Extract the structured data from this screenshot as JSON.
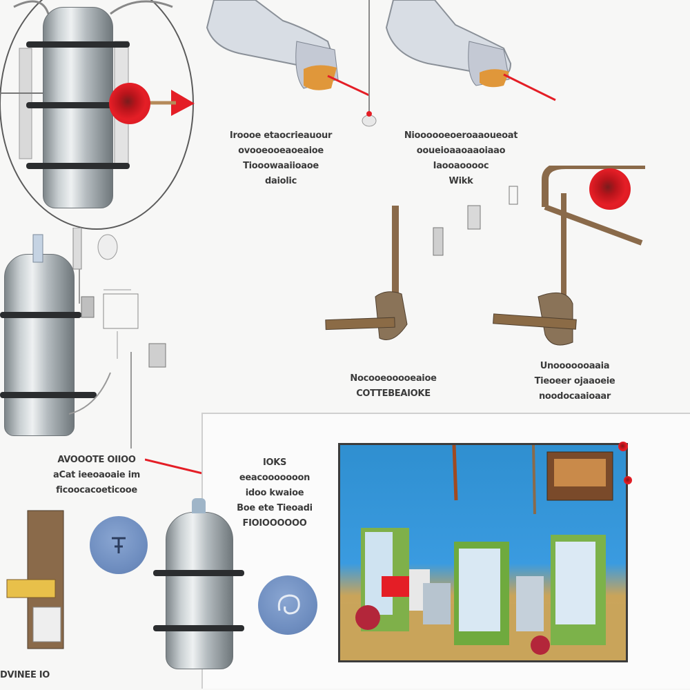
{
  "captions": {
    "top_middle": [
      "Iroooe etaocrieauour",
      "ovooeooeaoeaioe",
      "Tiooowaaiioaoe",
      "daiolic"
    ],
    "top_right": [
      "Nioooooeoeroaaoueoat",
      "ooueioaaoaaoiaao",
      "Iaooaooooc",
      "Wikk"
    ],
    "mid_middle": [
      "Nocooeooooeaioe",
      "COTTEBEAIOKE"
    ],
    "mid_right": [
      "Unooooooaaia",
      "Tieoeer ojaaoeie",
      "noodocaaioaar"
    ],
    "left_lower": [
      "AVOOOTE OIIOO",
      "aCat ieeoaoaie im",
      "ficoocacoeticooe"
    ],
    "center_lower": [
      "IOKS",
      "eeacooooooon",
      "idoo kwaioe",
      "Boe ete Tieoadi",
      "FIOIOOOOOO"
    ],
    "bottom_left": [
      "DVINEE IO"
    ]
  },
  "colors": {
    "accent_red": "#e41e26",
    "blue_badge": "#6f8ec0",
    "sky": "#3a9be0",
    "steel": "#c9cfd2"
  },
  "icons": {
    "badge_left": "tap-symbol-icon",
    "badge_right": "swirl-symbol-icon"
  }
}
